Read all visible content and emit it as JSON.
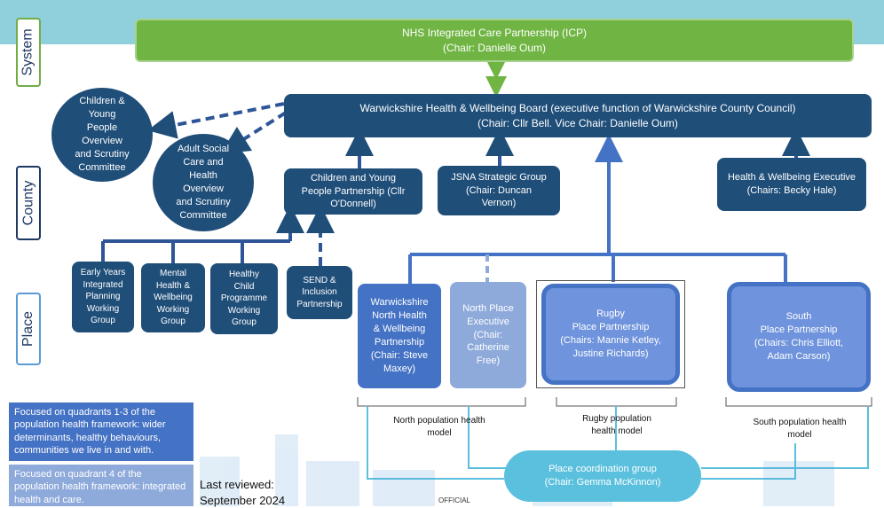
{
  "levels": {
    "system": "System",
    "county": "County",
    "place": "Place"
  },
  "icp": "NHS Integrated Care Partnership (ICP)\n(Chair: Danielle Oum)",
  "hwb": "Warwickshire Health & Wellbeing Board (executive function of Warwickshire County Council)\n(Chair: Cllr Bell. Vice Chair: Danielle Oum)",
  "children_osc": "Children &\nYoung\nPeople\nOverview\nand Scrutiny\nCommittee",
  "adult_osc": "Adult Social\nCare and\nHealth\nOverview\nand Scrutiny\nCommittee",
  "cypp": "Children and Young\nPeople Partnership (Cllr\nO'Donnell)",
  "jsna": "JSNA Strategic Group\n(Chair: Duncan\nVernon)",
  "hwb_exec": "Health & Wellbeing Executive\n(Chairs: Becky Hale)",
  "early_years": "Early Years\nIntegrated\nPlanning\nWorking\nGroup",
  "mental_health": "Mental\nHealth &\nWellbeing\nWorking\nGroup",
  "healthy_child": "Healthy\nChild\nProgramme\nWorking\nGroup",
  "send": "SEND &\nInclusion\nPartnership",
  "north_hwb": "Warwickshire\nNorth Health\n& Wellbeing\nPartnership\n(Chair: Steve\nMaxey)",
  "north_exec": "North Place\nExecutive\n(Chair:\nCatherine\nFree)",
  "rugby": "Rugby\nPlace Partnership\n(Chairs: Mannie Ketley,\nJustine Richards)",
  "south": "South\nPlace Partnership\n(Chairs: Chris Elliott,\nAdam Carson)",
  "north_model": "North population health\nmodel",
  "rugby_model": "Rugby population\nhealth model",
  "south_model": "South population health\nmodel",
  "coordination": "Place coordination group\n(Chair: Gemma McKinnon)",
  "legend_1": "Focused on quadrants 1-3 of the population health framework: wider determinants, healthy behaviours, communities we live in and with.",
  "legend_2": "Focused on quadrant 4 of the population health framework: integrated health and care.",
  "reviewed": "Last reviewed:\nSeptember 2024",
  "official": "OFFICIAL",
  "colors": {
    "dark": "#1f4e79",
    "medium": "#4472c4",
    "light": "#8eaadb",
    "green": "#70b543",
    "teal": "#5bc0de"
  }
}
